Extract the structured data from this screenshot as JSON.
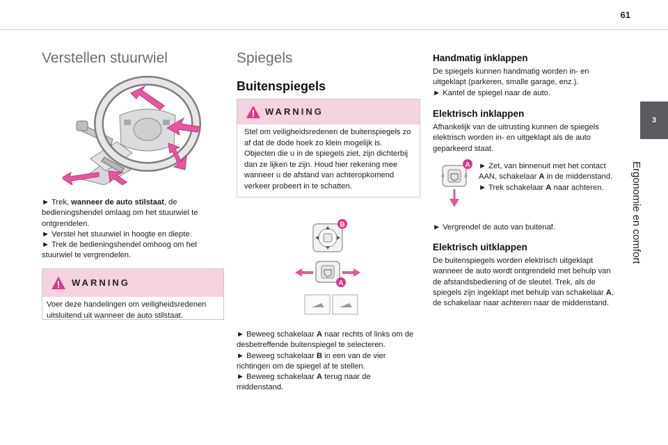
{
  "header": {
    "page_number": "61"
  },
  "sidebar": {
    "chapter_number": "3",
    "chapter_title": "Ergonomie en comfort"
  },
  "steering": {
    "title": "Verstellen stuurwiel",
    "steps": [
      {
        "prefix": "► Trek, ",
        "bold": "wanneer de auto stilstaat",
        "suffix": ", de bedieningshendel omlaag om het stuurwiel te ontgrendelen."
      },
      {
        "text": "► Verstel het stuurwiel in hoogte en diepte."
      },
      {
        "text": "► Trek de bedieningshendel omhoog om het stuurwiel te vergrendelen."
      }
    ],
    "warning": {
      "title": "WARNING",
      "text": "Voer deze handelingen om veiligheidsredenen uitsluitend uit wanneer de auto stilstaat."
    }
  },
  "mirrors": {
    "title": "Spiegels",
    "subtitle": "Buitenspiegels",
    "warning": {
      "title": "WARNING",
      "text": "Stel om veiligheidsredenen de buitenspiegels zo af dat de dode hoek zo klein mogelijk is. Objecten die u in de spiegels ziet, zijn dichterbij dan ze lijken te zijn. Houd hier rekening mee wanneer u de afstand van achteropkomend verkeer probeert in te schatten."
    },
    "figure": {
      "label_b": "B",
      "label_a": "A"
    },
    "steps": [
      {
        "prefix": "► Beweeg schakelaar ",
        "bold": "A",
        "suffix": " naar rechts of links om de desbetreffende buitenspiegel te selecteren."
      },
      {
        "prefix": "► Beweeg schakelaar ",
        "bold": "B",
        "suffix": " in een van de vier richtingen om de spiegel af te stellen."
      },
      {
        "prefix": "► Beweeg schakelaar ",
        "bold": "A",
        "suffix": " terug naar de middenstand."
      }
    ]
  },
  "manual_fold": {
    "title": "Handmatig inklappen",
    "text": "De spiegels kunnen handmatig worden in- en uitgeklapt (parkeren, smalle garage, enz.).",
    "step": "► Kantel de spiegel naar de auto."
  },
  "electric_fold": {
    "title": "Elektrisch inklappen",
    "text": "Afhankelijk van de uitrusting kunnen de spiegels elektrisch worden in- en uitgeklapt als de auto geparkeerd staat.",
    "figure_label": "A",
    "step1": {
      "prefix": "► Zet, van binnenuit met het contact AAN, schakelaar ",
      "bold": "A",
      "suffix": " in de middenstand."
    },
    "step2": {
      "prefix": "► Trek schakelaar ",
      "bold": "A",
      "suffix": " naar achteren."
    },
    "step3": "► Vergrendel de auto van buitenaf."
  },
  "electric_unfold": {
    "title": "Elektrisch uitklappen",
    "text_prefix": "De buitenspiegels worden elektrisch uitgeklapt wanneer de auto wordt ontgrendeld met behulp van de afstandsbediening of de sleutel. Trek, als de spiegels zijn ingeklapt met behulp van schakelaar ",
    "text_bold": "A",
    "text_suffix": ", de schakelaar naar achteren naar de middenstand."
  },
  "colors": {
    "accent_pink": "#e0338a",
    "warning_bg": "#f5d2df",
    "tab_gray": "#5b5b5f"
  },
  "icons": [
    "warning-triangle-icon",
    "arrow-icon",
    "mirror-icon"
  ]
}
